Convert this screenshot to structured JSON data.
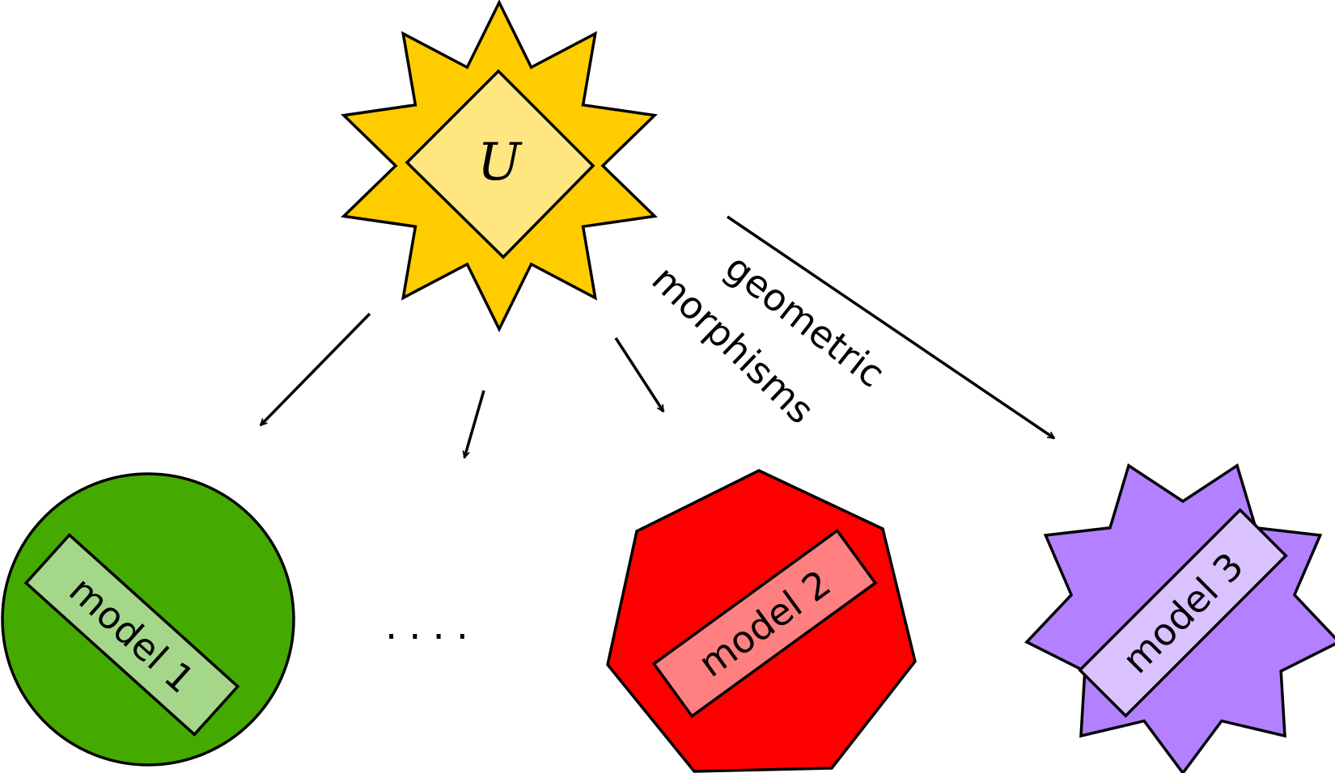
{
  "universe": {
    "label": "U",
    "outer_color": "#FFCC00",
    "inner_color": "#FFE680"
  },
  "edge_label": {
    "line1": "geometric",
    "line2": "morphisms"
  },
  "ellipsis": "....",
  "models": [
    {
      "label": "model 1",
      "shape": "circle",
      "fill": "#44AA00",
      "label_fill": "#A5D78A"
    },
    {
      "label": "model 2",
      "shape": "heptagon",
      "fill": "#FF0000",
      "label_fill": "#FF8080"
    },
    {
      "label": "model 3",
      "shape": "nine-point-star",
      "fill": "#B380FF",
      "label_fill": "#D9C2FF"
    }
  ]
}
